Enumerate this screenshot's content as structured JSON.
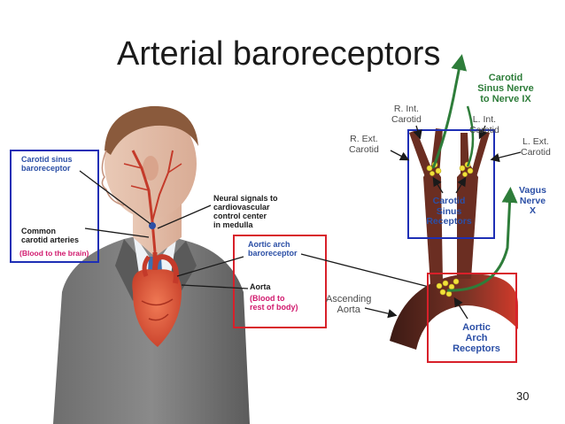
{
  "title": "Arterial baroreceptors",
  "page_number": "30",
  "left_panel": {
    "carotid_sinus_baroreceptor": [
      "Carotid sinus",
      "baroreceptor"
    ],
    "common_carotid": [
      "Common",
      "carotid arteries"
    ],
    "blood_to_brain": "(Blood to the brain)",
    "neural_signals": [
      "Neural signals to",
      "cardiovascular",
      "control center",
      "in medulla"
    ],
    "aortic_arch_baroreceptor": [
      "Aortic arch",
      "baroreceptor"
    ],
    "aorta": "Aorta",
    "blood_to_body": [
      "(Blood to",
      "rest of body)"
    ]
  },
  "right_panel": {
    "carotid_sinus_nerve": [
      "Carotid",
      "Sinus Nerve",
      "to Nerve IX"
    ],
    "r_int_carotid": [
      "R. Int.",
      "Carotid"
    ],
    "l_int_carotid": [
      "L. Int.",
      "Carotid"
    ],
    "r_ext_carotid": [
      "R. Ext.",
      "Carotid"
    ],
    "l_ext_carotid": [
      "L. Ext.",
      "Carotid"
    ],
    "vagus_nerve": [
      "Vagus",
      "Nerve",
      "X"
    ],
    "carotid_sinus_receptors": [
      "Carotid",
      "Sinus",
      "Receptors"
    ],
    "ascending_aorta": [
      "Ascending",
      "Aorta"
    ],
    "aortic_arch_receptors": [
      "Aortic",
      "Arch",
      "Receptors"
    ]
  },
  "colors": {
    "blue_box": "#1e2fb5",
    "red_box": "#d8202a",
    "nerve_green": "#2e7d3a",
    "artery_brown": "#6b2e22",
    "receptor_yellow": "#f2e23a"
  }
}
